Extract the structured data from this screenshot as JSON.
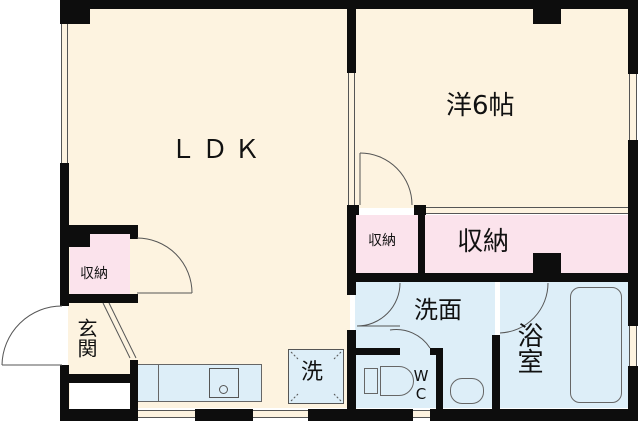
{
  "floorplan": {
    "rooms": {
      "ldk": {
        "label": "ＬＤＫ"
      },
      "western": {
        "label": "洋6帖"
      },
      "closet_small_left": {
        "label": "収納"
      },
      "closet_small_right": {
        "label": "収納"
      },
      "closet_large": {
        "label": "収納"
      },
      "entrance": {
        "label": "玄関"
      },
      "washroom": {
        "label": "洗面"
      },
      "bathroom": {
        "label": "浴室"
      },
      "toilet": {
        "label": "WC"
      },
      "washer": {
        "label": "洗"
      }
    },
    "colors": {
      "living_floor": "#fdf3e0",
      "storage_floor": "#fbe3ec",
      "wet_area_floor": "#ddeef8",
      "wall": "#0d0d0d"
    }
  }
}
